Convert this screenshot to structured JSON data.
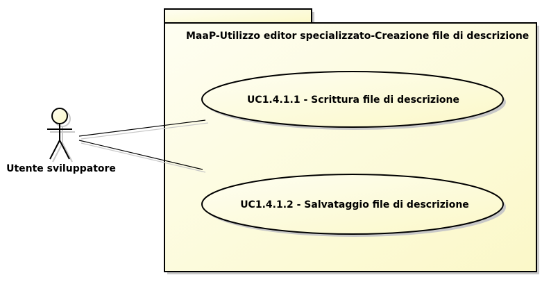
{
  "package": {
    "title": "MaaP-Utilizzo editor specializzato-Creazione file di descrizione"
  },
  "actor": {
    "name": "Utente sviluppatore"
  },
  "use_cases": [
    {
      "label": "UC1.4.1.1 - Scrittura file di descrizione"
    },
    {
      "label": "UC1.4.1.2 - Salvataggio file di descrizione"
    }
  ],
  "colors": {
    "fill_light": "#FEFEF2",
    "fill_dark": "#FBF8C8",
    "stroke": "#000000",
    "shadow": "#c8c8c8"
  }
}
